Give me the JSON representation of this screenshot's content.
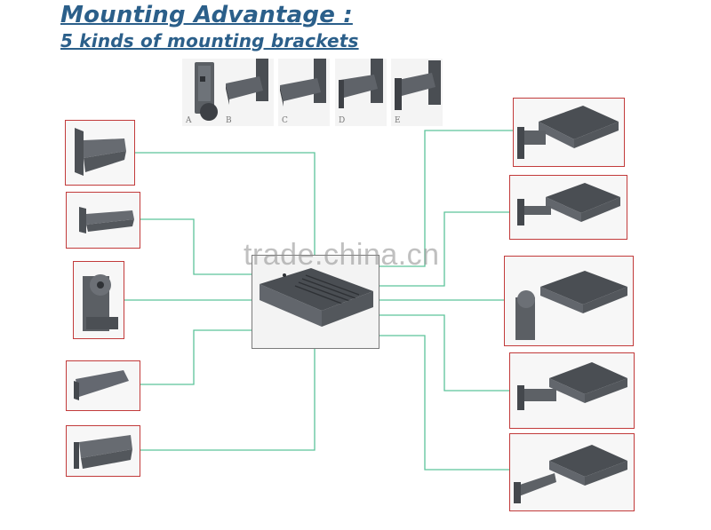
{
  "title": {
    "line1": "Mounting Advantage :",
    "line2": "5 kinds of mounting brackets"
  },
  "brackets": [
    {
      "letter": "A"
    },
    {
      "letter": "B"
    },
    {
      "letter": "C"
    },
    {
      "letter": "D"
    },
    {
      "letter": "E"
    }
  ],
  "watermark": "trade.china.cn",
  "colors": {
    "title": "#2b5f8a",
    "connector": "#5cc49a",
    "box_border": "#c23b3b",
    "fixture": "#5d6166"
  }
}
